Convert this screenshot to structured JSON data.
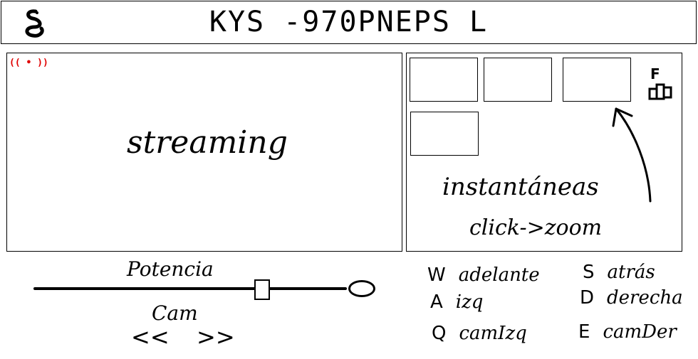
{
  "header": {
    "title": "KYS -970PNEPS L",
    "logo_icon": "serpent-logo-icon"
  },
  "stream": {
    "live_indicator": "(( • ))",
    "label": "streaming"
  },
  "snapshots": {
    "label": "instantáneas",
    "hint": "click->zoom",
    "camera_icon": "camera-icon",
    "camera_icon_letter": "F"
  },
  "power": {
    "label": "Potencia",
    "level": 0.73
  },
  "camera": {
    "label": "Cam",
    "prev": "<<",
    "next": ">>"
  },
  "keys": [
    {
      "key": "W",
      "action": "adelante"
    },
    {
      "key": "S",
      "action": "atrás"
    },
    {
      "key": "A",
      "action": "izq"
    },
    {
      "key": "D",
      "action": "derecha"
    },
    {
      "key": "Q",
      "action": "camIzq"
    },
    {
      "key": "E",
      "action": "camDer"
    }
  ],
  "colors": {
    "live_indicator": "#e00000",
    "ink": "#000000"
  }
}
